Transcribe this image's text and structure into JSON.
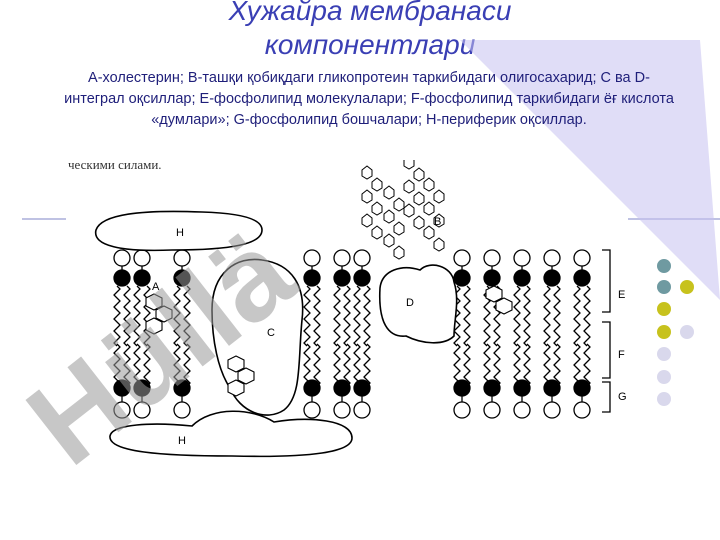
{
  "slide": {
    "title_lines": [
      "Хужайра  мембранаси",
      "компонентлари"
    ],
    "caption": "А-холестерин; В-ташқи  қобиқдаги гликопротеин таркибидаги олигосахарид; С ва D-интеграл оқсиллар; Е-фосфолипид молекулалари; F-фосфолипид таркибидаги  ёғ кислота  «думлари»; G-фосфолипид бошчалари; H-периферик оқсиллар."
  },
  "figure": {
    "cut_text": "ческими силами.",
    "labels": {
      "A": "A",
      "B": "B",
      "C": "C",
      "D": "D",
      "E": "E",
      "F": "F",
      "G": "G",
      "H_top": "H",
      "H_bottom": "H"
    }
  },
  "colors": {
    "title": "#3a3fb4",
    "caption": "#1f1f7a",
    "teal": "#6f9aa1",
    "olive": "#c7c21d",
    "lavender": "#d9d8ec",
    "watermark": "#9a9a9a",
    "watermark_tri": "#c7c1f1"
  }
}
